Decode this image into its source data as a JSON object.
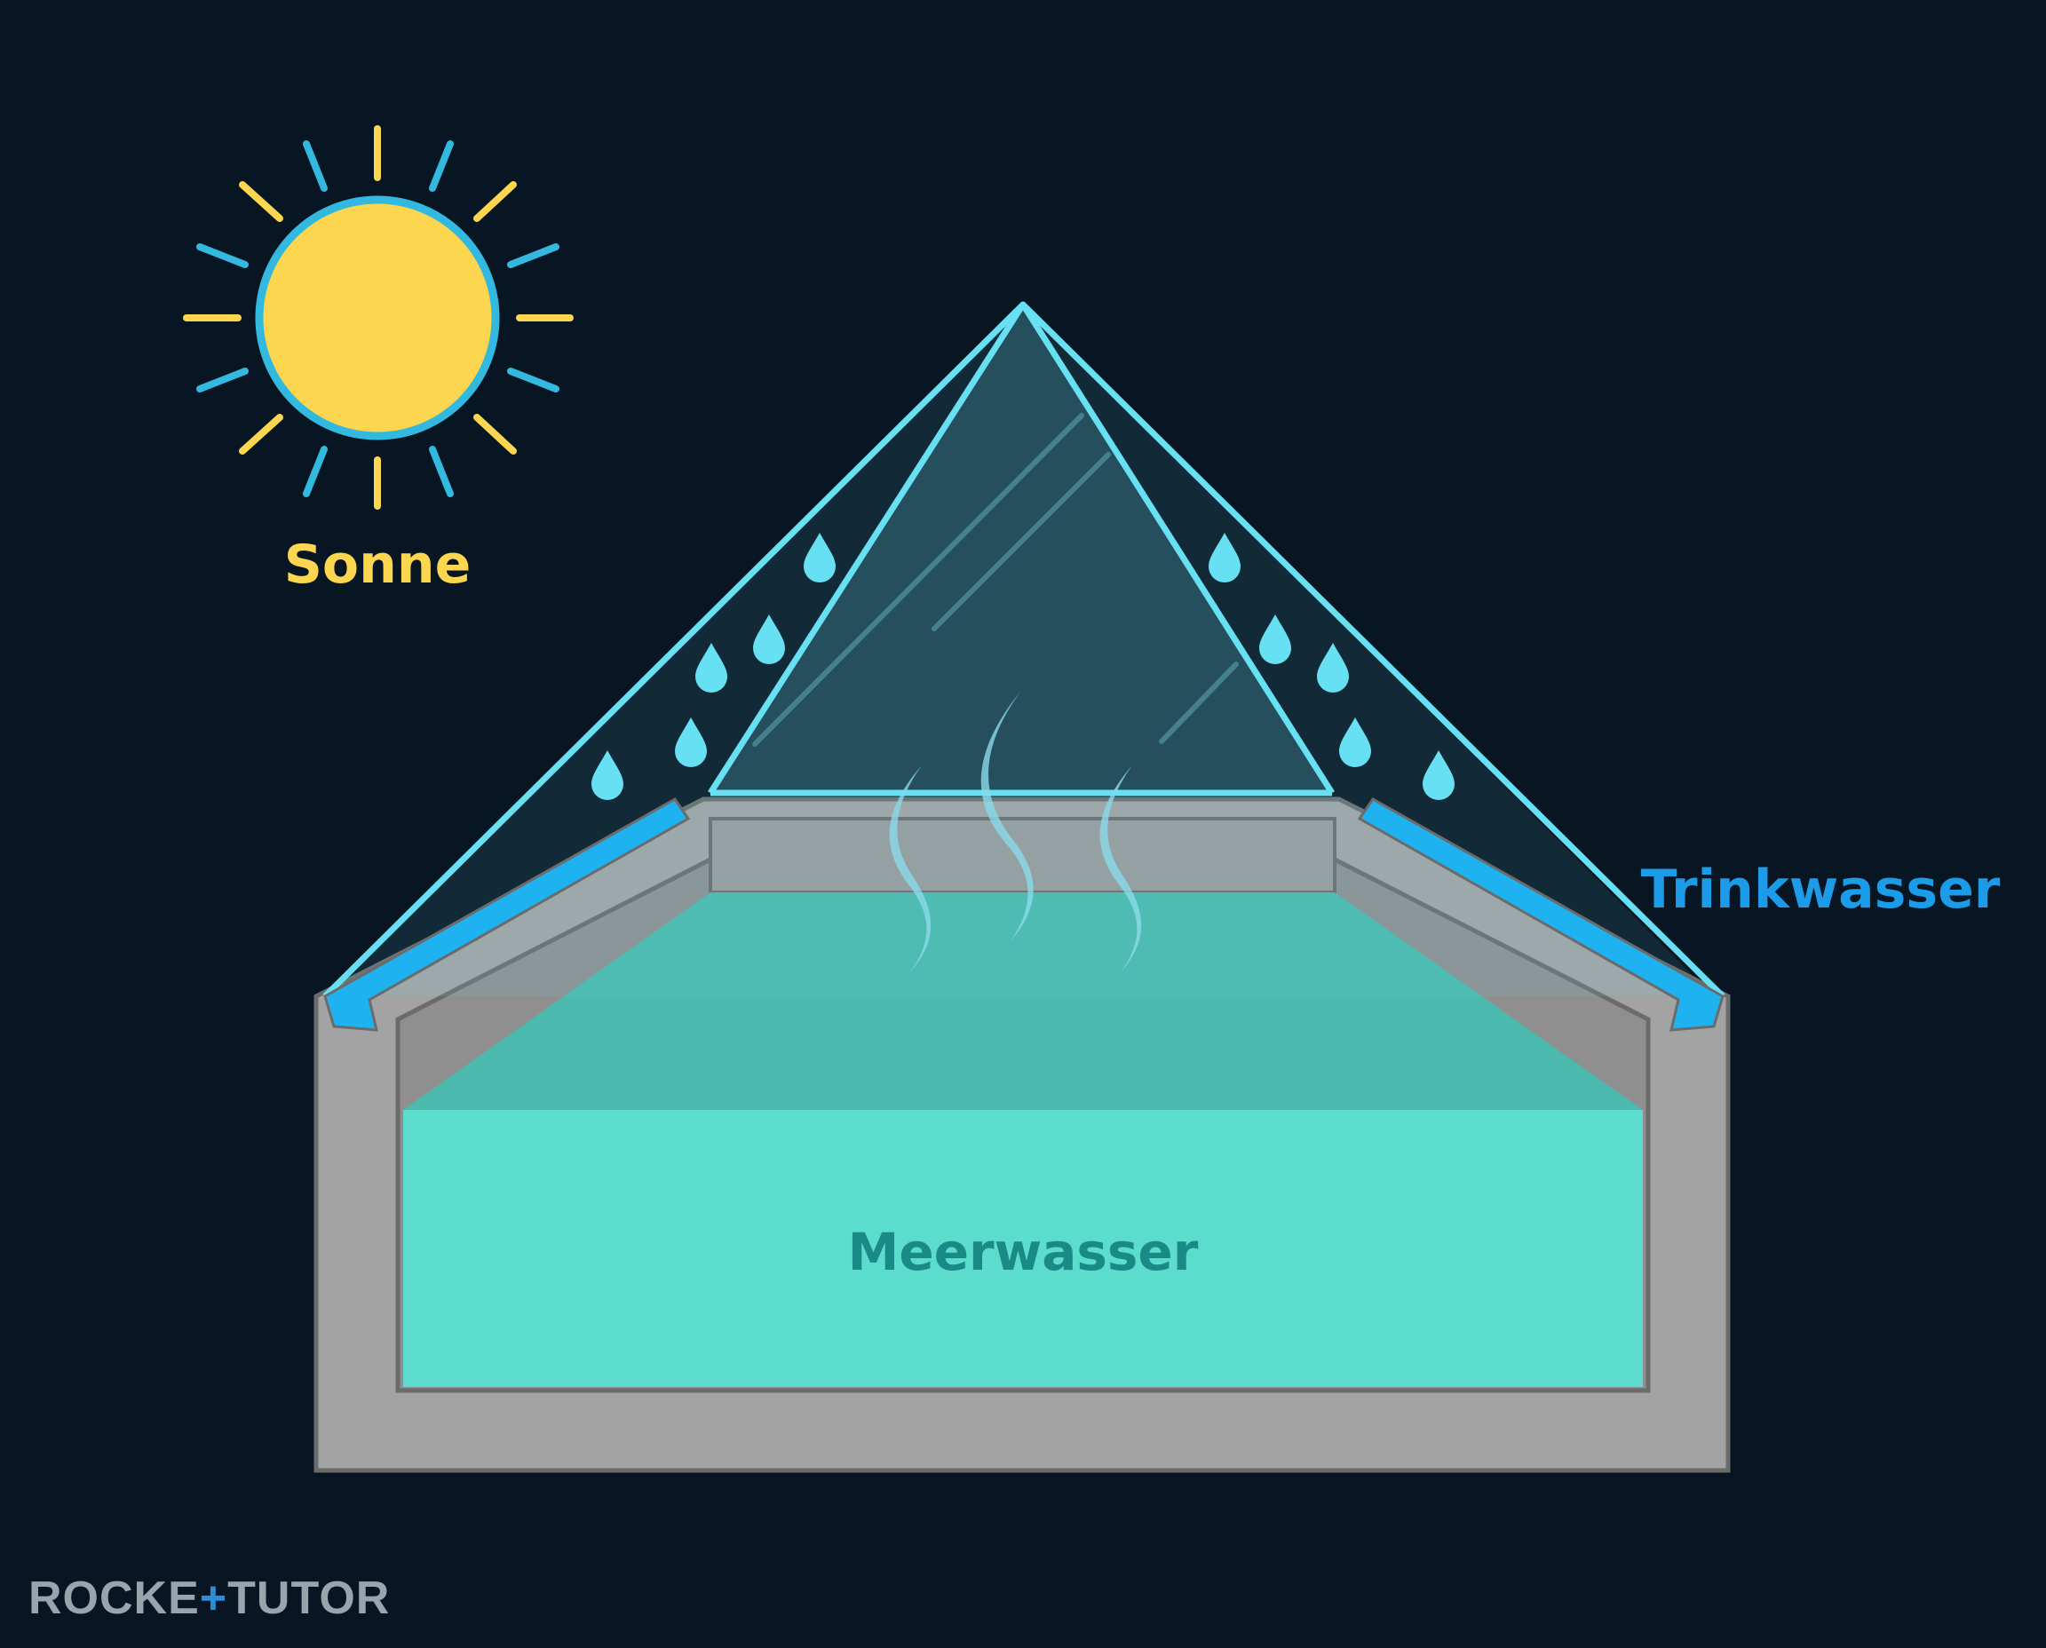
{
  "labels": {
    "sun": "Sonne",
    "fresh_water": "Trinkwasser",
    "sea_water": "Meerwasser"
  },
  "watermark": {
    "left": "ROCKE",
    "plus": "+",
    "right": "TUTOR"
  },
  "colors": {
    "background": "#081623",
    "sun_fill": "#fcd64f",
    "sun_outline": "#33b9e0",
    "sun_label": "#fcd64f",
    "glass_line": "#66e0f2",
    "droplet": "#66e0f2",
    "fresh_water_channel": "#1fb2f0",
    "fresh_water_label": "#1c9be8",
    "sea_water_front": "#5cdccd",
    "sea_water_top": "#4cb9ae",
    "sea_water_label": "#1a8a86",
    "basin": "#a3a3a3",
    "basin_outline": "#6b6b6b"
  },
  "icons": [
    "sun-icon",
    "water-droplet-icon",
    "steam-icon"
  ]
}
